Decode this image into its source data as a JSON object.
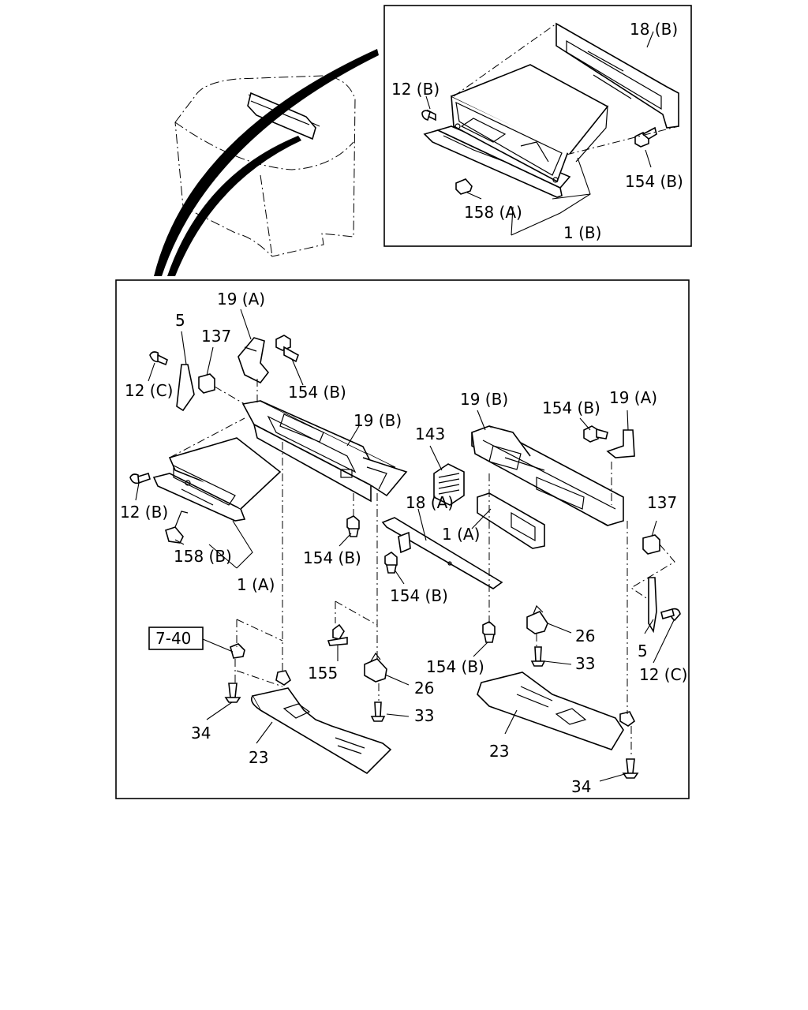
{
  "labels": {
    "top_18b": "18 (B)",
    "top_12b": "12 (B)",
    "top_154b": "154 (B)",
    "top_158a": "158 (A)",
    "top_1b": "1 (B)",
    "l_19a": "19 (A)",
    "l_5": "5",
    "l_137": "137",
    "l_12c": "12 (C)",
    "l_154b_top": "154 (B)",
    "l_19b": "19 (B)",
    "l_12b": "12 (B)",
    "l_158b": "158 (B)",
    "l_1a": "1 (A)",
    "l_154b_mid": "154 (B)",
    "c_143": "143",
    "c_18a": "18 (A)",
    "c_1a": "1 (A)",
    "c_154b": "154 (B)",
    "r_19b": "19 (B)",
    "r_154b": "154 (B)",
    "r_19a": "19 (A)",
    "r_137": "137",
    "r_5": "5",
    "r_12c": "12 (C)",
    "ref_740": "7-40",
    "b_155": "155",
    "b_26": "26",
    "b_33": "33",
    "b_34": "34",
    "b_23": "23",
    "b_154b": "154 (B)",
    "br_26": "26",
    "br_33": "33",
    "br_23": "23",
    "br_34": "34"
  }
}
